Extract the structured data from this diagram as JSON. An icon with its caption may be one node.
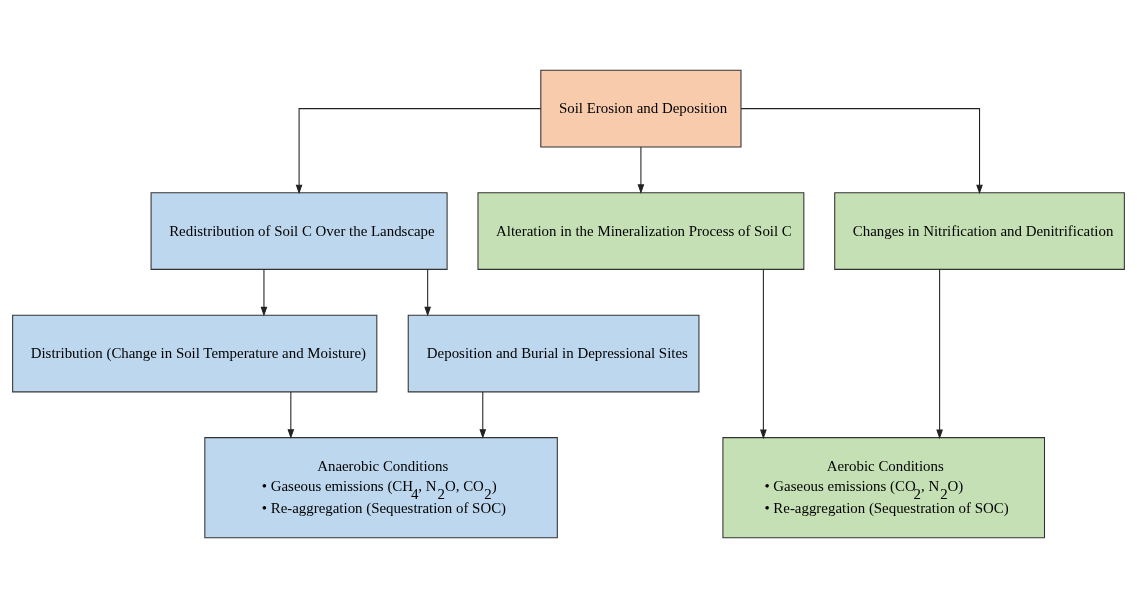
{
  "diagram": {
    "nodes": [
      {
        "text": [
          "Soil Erosion and Deposition"
        ]
      },
      {
        "text": [
          "Redistribution of Soil C Over the Landscape"
        ]
      },
      {
        "text": [
          "Alteration in the Mineralization Process of Soil C"
        ]
      },
      {
        "text": [
          "Changes in Nitrification and Denitrification"
        ]
      },
      {
        "text": [
          "Distribution (Change in Soil Temperature and Moisture)"
        ]
      },
      {
        "text": [
          "Deposition and Burial in Depressional Sites"
        ]
      },
      {
        "text": [
          "Anaerobic Conditions",
          "• Gaseous emissions (CH$_{4}$, N$_{2}$O, CO$_{2}$)",
          "• Re-aggregation (Sequestration of SOC)"
        ]
      },
      {
        "text": [
          "Aerobic Conditions",
          "• Gaseous emissions (CO$_{2}$, N$_{2}$O)",
          "• Re-aggregation (Sequestration of SOC)"
        ]
      }
    ],
    "edges": [
      {
        "from": 0,
        "to": 1,
        "arrow": "to"
      },
      {
        "from": 0,
        "to": 2,
        "arrow": "to"
      },
      {
        "from": 0,
        "to": 3,
        "arrow": "to"
      },
      {
        "from": 1,
        "to": 4,
        "arrow": "to"
      },
      {
        "from": 1,
        "to": 5,
        "arrow": "to"
      },
      {
        "from": 4,
        "to": 6,
        "arrow": "to"
      },
      {
        "from": 5,
        "to": 6,
        "arrow": "to"
      },
      {
        "from": 2,
        "to": 7,
        "arrow": "to"
      },
      {
        "from": 3,
        "to": 7,
        "arrow": "to"
      }
    ]
  }
}
